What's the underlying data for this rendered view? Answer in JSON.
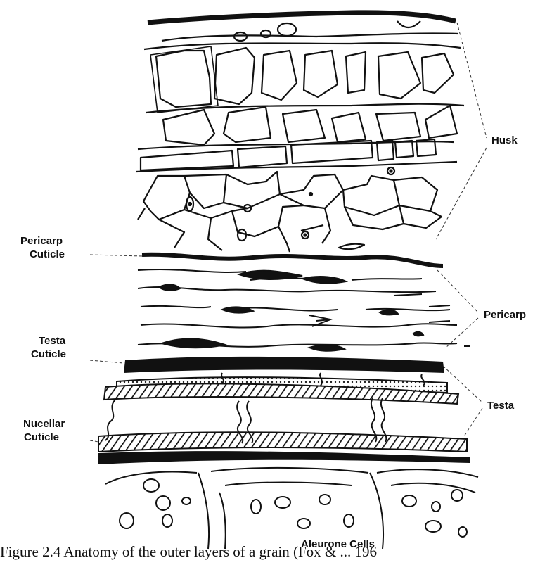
{
  "figure": {
    "labels": {
      "husk": "Husk",
      "pericarp_cuticle": [
        "Pericarp",
        "Cuticle"
      ],
      "pericarp": "Pericarp",
      "testa_cuticle": [
        "Testa",
        "Cuticle"
      ],
      "testa": "Testa",
      "nucellar_cuticle": [
        "Nucellar",
        "Cuticle"
      ],
      "aleurone": "Aleurone Cells"
    },
    "caption": "Figure 2.4 Anatomy of the outer layers of a grain (Fox & ... 196"
  }
}
